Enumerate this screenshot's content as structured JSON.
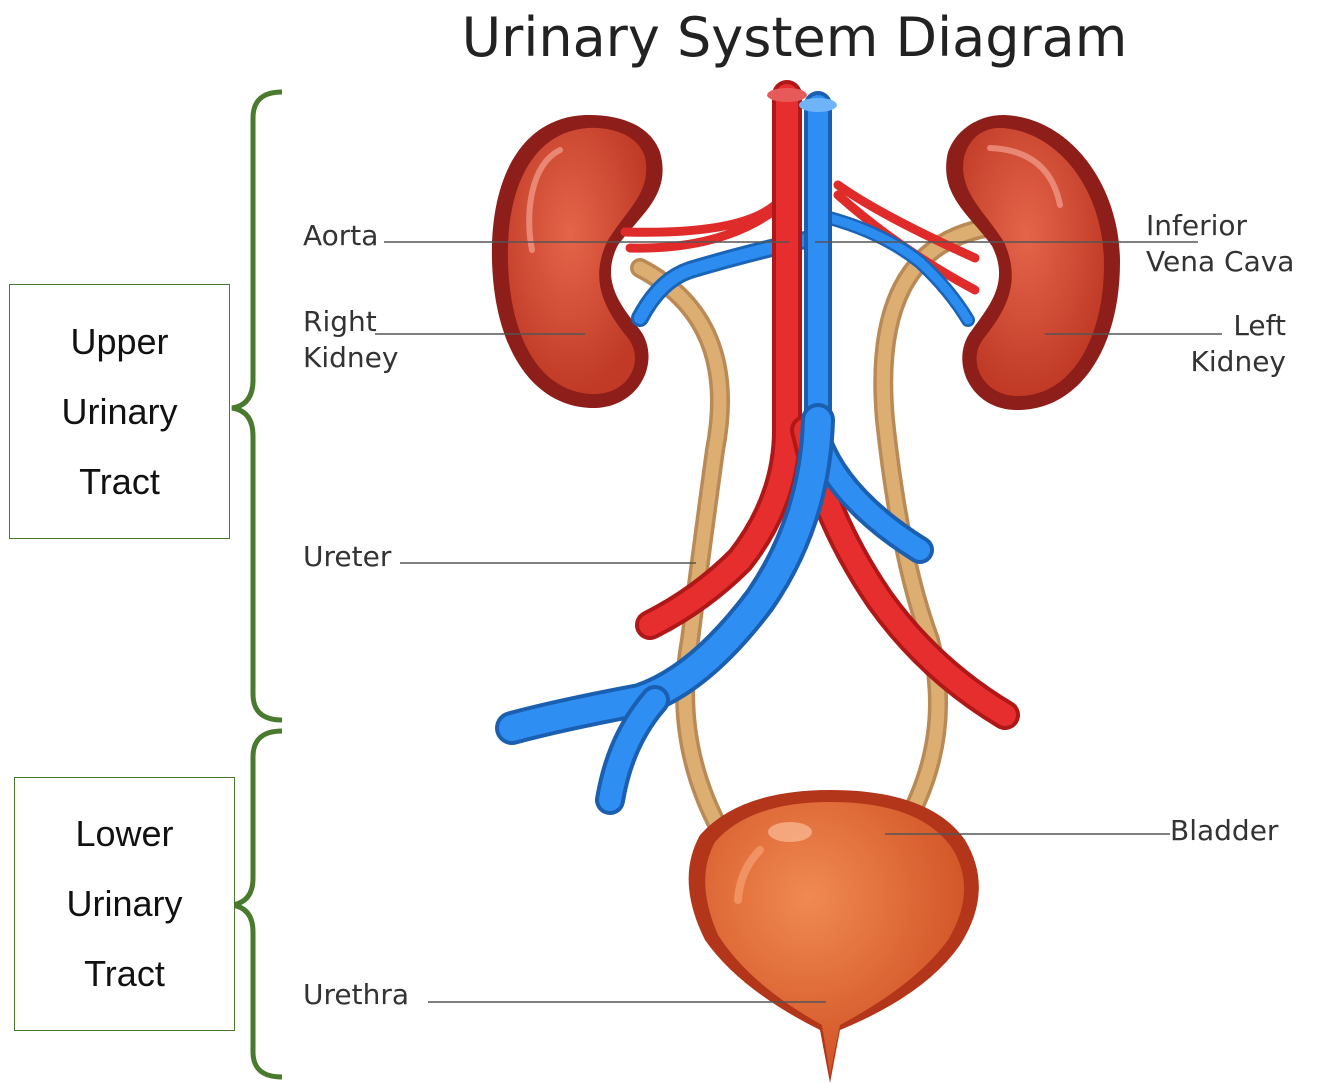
{
  "title": "Urinary System Diagram",
  "labels": {
    "aorta": "Aorta",
    "inferior_vena_cava": [
      "Inferior",
      "Vena Cava"
    ],
    "right_kidney": [
      "Right",
      "Kidney"
    ],
    "left_kidney": [
      "Left",
      "Kidney"
    ],
    "ureter": "Ureter",
    "bladder": "Bladder",
    "urethra": "Urethra"
  },
  "brackets": {
    "upper": [
      "Upper",
      "Urinary",
      "Tract"
    ],
    "lower": [
      "Lower",
      "Urinary",
      "Tract"
    ]
  },
  "colors": {
    "kidney": "#c9422c",
    "artery": "#e02b2b",
    "vein": "#1e7ee0",
    "ureter": "#d9a96b",
    "bladder": "#d85a2a",
    "bracket": "#4a7a2e"
  }
}
